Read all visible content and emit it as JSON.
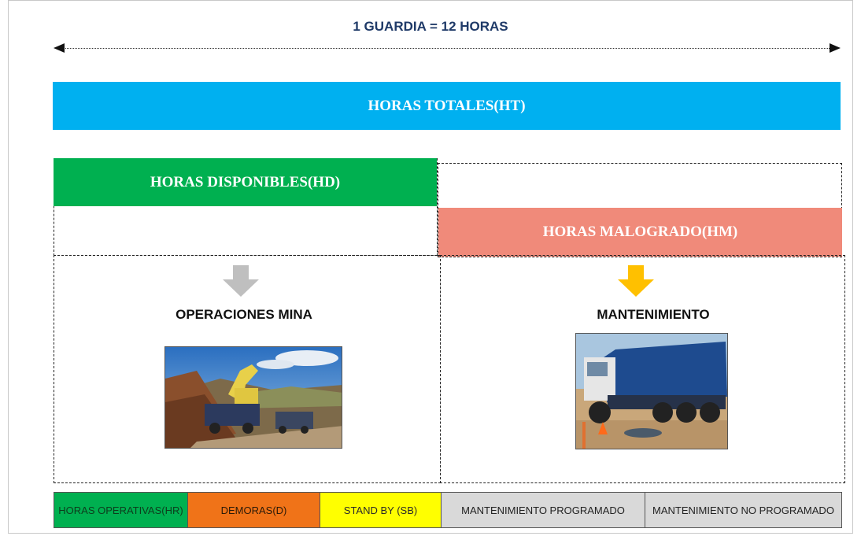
{
  "header": {
    "shift_label": "1 GUARDIA = 12 HORAS"
  },
  "bars": {
    "total": "HORAS TOTALES(HT)",
    "available": "HORAS DISPONIBLES(HD)",
    "breakdown": "HORAS MALOGRADO(HM)"
  },
  "sections": {
    "left_title": "OPERACIONES MINA",
    "right_title": "MANTENIMIENTO"
  },
  "legend": [
    {
      "label": "HORAS OPERATIVAS(HR)",
      "color": "#00b050",
      "text_color": "#0d3d1d"
    },
    {
      "label": "DEMORAS(D)",
      "color": "#f07318",
      "text_color": "#2a1a08"
    },
    {
      "label": "STAND BY (SB)",
      "color": "#ffff00",
      "text_color": "#2a2a2a"
    },
    {
      "label": "MANTENIMIENTO PROGRAMADO",
      "color": "#d9d9d9",
      "text_color": "#222222"
    },
    {
      "label": "MANTENIMIENTO NO PROGRAMADO",
      "color": "#d9d9d9",
      "text_color": "#222222"
    }
  ],
  "colors": {
    "total_bar": "#00b0f0",
    "available_bar": "#00b050",
    "breakdown_bar": "#f08a7a",
    "left_arrow": "#bfbfbf",
    "right_arrow": "#ffc000"
  }
}
